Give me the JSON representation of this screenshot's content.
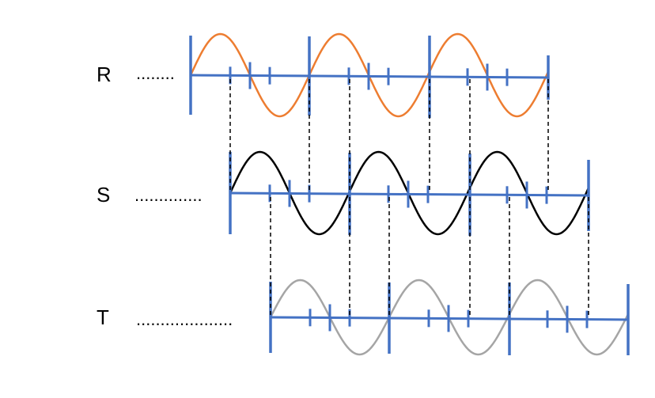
{
  "diagram": {
    "colors": {
      "axis": "#4472C4",
      "guide": "#000000",
      "background": "#FFFFFF"
    },
    "phases": [
      {
        "label": "R",
        "dots": "........",
        "color": "#ED7D31"
      },
      {
        "label": "S",
        "dots": "..............",
        "color": "#000000"
      },
      {
        "label": "T",
        "dots": "....................",
        "color": "#A5A5A5"
      }
    ]
  }
}
